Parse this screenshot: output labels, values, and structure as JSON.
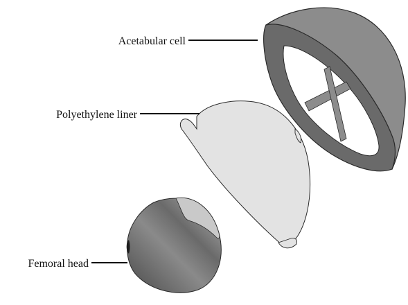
{
  "labels": {
    "acetabular_cell": "Acetabular cell",
    "polyethylene_liner": "Polyethylene liner",
    "femoral_head": "Femoral head"
  },
  "colors": {
    "background": "#ffffff",
    "acetabular_shell": "#8c8c8c",
    "acetabular_rim": "#6a6a6a",
    "liner": "#e3e3e3",
    "femoral_head_dark": "#5e5e5e",
    "femoral_head_light": "#c9c9c9",
    "outline": "#2a2a2a",
    "leader_line": "#111111"
  }
}
